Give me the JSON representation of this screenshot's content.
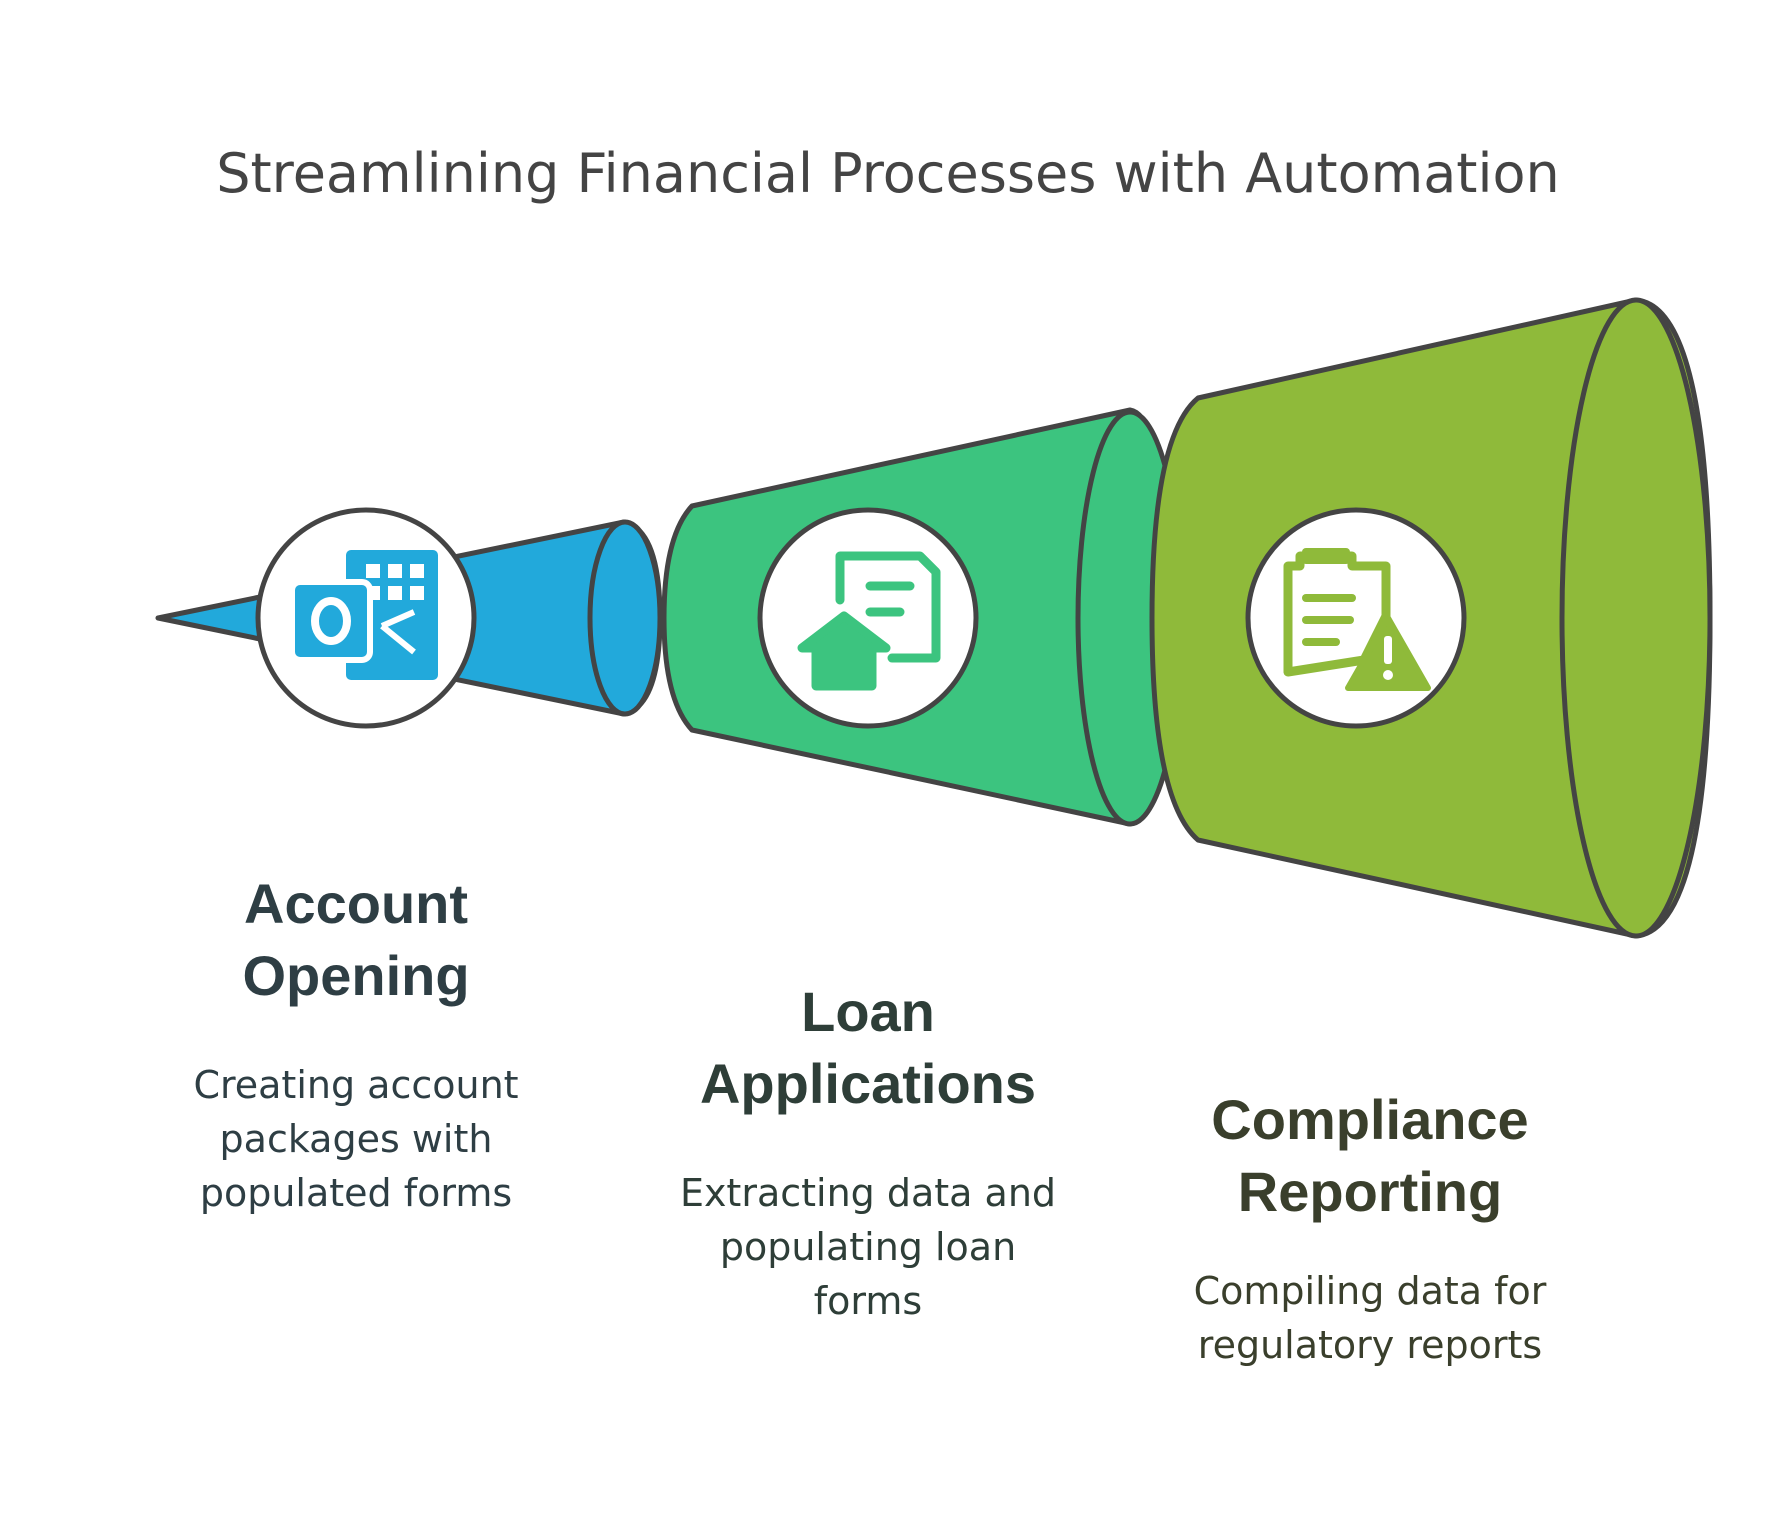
{
  "title": "Streamlining Financial Processes with Automation",
  "stages": [
    {
      "heading": "Account\nOpening",
      "description": "Creating account\npackages with\npopulated forms",
      "icon": "outlook-form-icon",
      "color": "#22a9db",
      "text_color": "#2e3e44"
    },
    {
      "heading": "Loan\nApplications",
      "description": "Extracting data and\npopulating loan\nforms",
      "icon": "home-document-icon",
      "color": "#3cc47f",
      "text_color": "#2e3e38"
    },
    {
      "heading": "Compliance\nReporting",
      "description": "Compiling data for\nregulatory reports",
      "icon": "clipboard-warning-icon",
      "color": "#8fba3a",
      "text_color": "#3a3f2c"
    }
  ],
  "outline_color": "#444444"
}
